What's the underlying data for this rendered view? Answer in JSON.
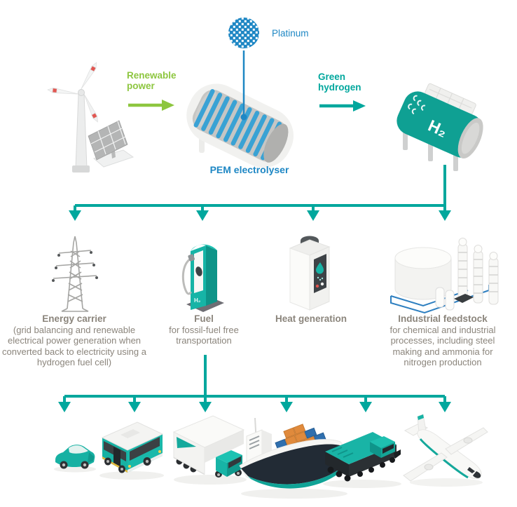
{
  "colors": {
    "teal": "#00a79d",
    "green": "#8dc63f",
    "blue": "#1e87c4",
    "label_gray": "#8b857c"
  },
  "production": {
    "source_icons": [
      "wind-turbine",
      "solar-panel"
    ],
    "renewable_power_label": "Renewable power",
    "platinum_label": "Platinum",
    "electrolyser_label": "PEM electrolyser",
    "green_hydrogen_label": "Green hydrogen",
    "tank_label": "H₂"
  },
  "uses": [
    {
      "title": "Energy carrier",
      "description": "(grid balancing and renewable electrical power generation when converted back to electricity using a hydrogen fuel cell)",
      "icon": "transmission-tower"
    },
    {
      "title": "Fuel",
      "description": "for fossil-fuel free transportation",
      "icon": "hydrogen-fuel-station"
    },
    {
      "title": "Heat generation",
      "description": "",
      "icon": "hydrogen-heater"
    },
    {
      "title": "Industrial feedstock",
      "description": "for chemical and industrial processes, including steel making and ammonia for nitrogen production",
      "icon": "chemical-plant"
    }
  ],
  "transport_modes": [
    "car",
    "bus",
    "truck",
    "container-ship",
    "train",
    "airplane"
  ]
}
